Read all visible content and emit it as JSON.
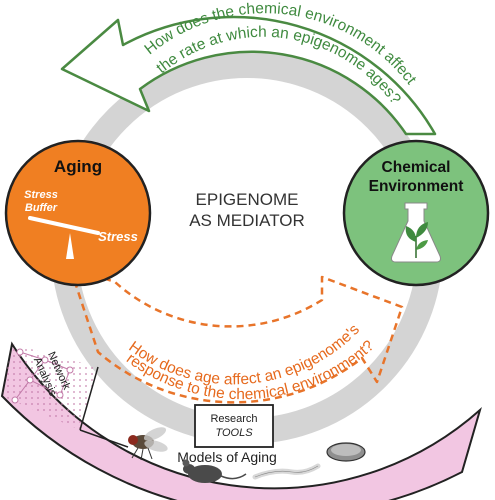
{
  "center": {
    "line1": "EPIGENOME",
    "line2": "AS MEDIATOR"
  },
  "aging": {
    "title": "Aging",
    "balance_left": [
      "Stress",
      "Buffer"
    ],
    "balance_right": "Stress",
    "color": "#f07f22"
  },
  "chemical": {
    "title_line1": "Chemical",
    "title_line2": "Environment",
    "color": "#7dc27d"
  },
  "top_question": {
    "line1": "How does the chemical environment affect",
    "line2": "the rate at which an epigenome ages?",
    "color": "#3f8a3f"
  },
  "bottom_question": {
    "line1": "How does age affect an epigenome's",
    "line2": "response to the chemical environment?",
    "color": "#e66a1e"
  },
  "tools": {
    "network": [
      "Network",
      "Analysis"
    ],
    "research": [
      "Research",
      "TOOLS"
    ],
    "models": "Models of Aging",
    "band_color": "#f2c6e2"
  },
  "icons": [
    "network-graph-icon",
    "fruit-fly-icon",
    "mouse-icon",
    "worm-icon",
    "petri-dish-icon",
    "sapling-icon"
  ]
}
